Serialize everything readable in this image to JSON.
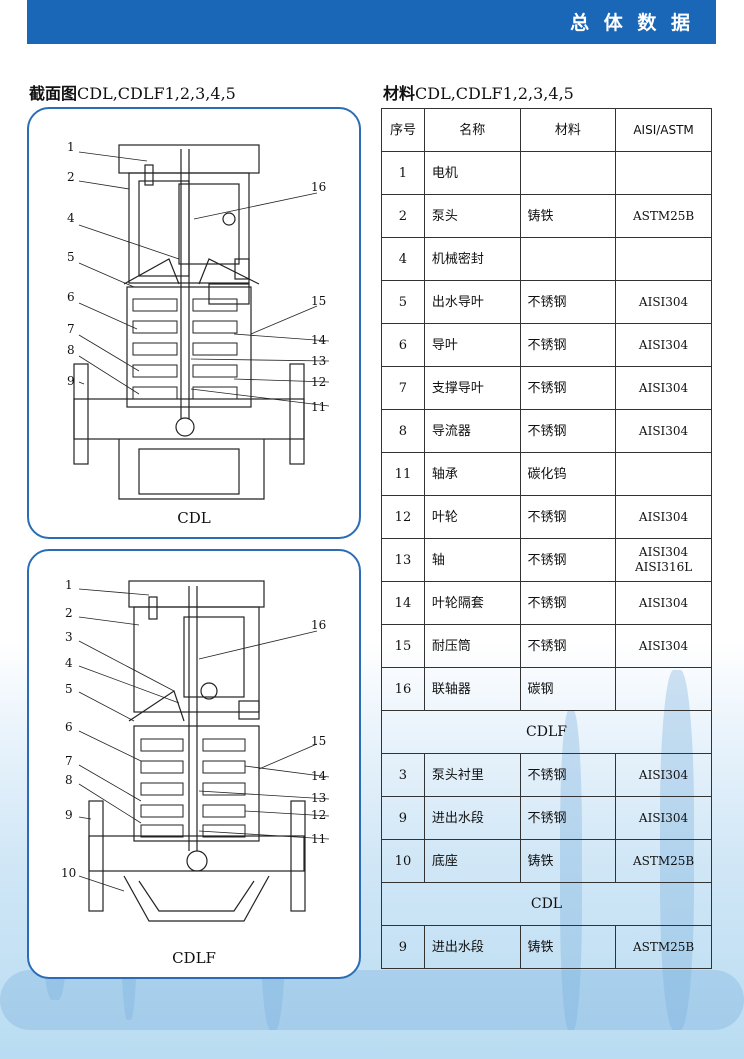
{
  "header": {
    "title": "总 体 数 据"
  },
  "left_title": {
    "bold": "截面图",
    "rest": "CDL,CDLF1,2,3,4,5"
  },
  "right_title": {
    "bold": "材料",
    "rest": "CDL,CDLF1,2,3,4,5"
  },
  "diagram_cdl": {
    "caption": "CDL",
    "labels": {
      "l1": "1",
      "l2": "2",
      "l4": "4",
      "l5": "5",
      "l6": "6",
      "l7": "7",
      "l8": "8",
      "l9": "9",
      "l11": "11",
      "l12": "12",
      "l13": "13",
      "l14": "14",
      "l15": "15",
      "l16": "16"
    }
  },
  "diagram_cdlf": {
    "caption": "CDLF",
    "labels": {
      "l1": "1",
      "l2": "2",
      "l3": "3",
      "l4": "4",
      "l5": "5",
      "l6": "6",
      "l7": "7",
      "l8": "8",
      "l9": "9",
      "l10": "10",
      "l11": "11",
      "l12": "12",
      "l13": "13",
      "l14": "14",
      "l15": "15",
      "l16": "16"
    }
  },
  "table": {
    "headers": [
      "序号",
      "名称",
      "材料",
      "AISI/ASTM"
    ],
    "rows": [
      {
        "no": "1",
        "name": "电机",
        "mat": "",
        "std": ""
      },
      {
        "no": "2",
        "name": "泵头",
        "mat": "铸铁",
        "std": "ASTM25B"
      },
      {
        "no": "4",
        "name": "机械密封",
        "mat": "",
        "std": ""
      },
      {
        "no": "5",
        "name": "出水导叶",
        "mat": "不锈钢",
        "std": "AISI304"
      },
      {
        "no": "6",
        "name": "导叶",
        "mat": "不锈钢",
        "std": "AISI304"
      },
      {
        "no": "7",
        "name": "支撑导叶",
        "mat": "不锈钢",
        "std": "AISI304"
      },
      {
        "no": "8",
        "name": "导流器",
        "mat": "不锈钢",
        "std": "AISI304"
      },
      {
        "no": "11",
        "name": "轴承",
        "mat": "碳化钨",
        "std": ""
      },
      {
        "no": "12",
        "name": "叶轮",
        "mat": "不锈钢",
        "std": "AISI304"
      },
      {
        "no": "13",
        "name": "轴",
        "mat": "不锈钢",
        "std": "AISI304",
        "std2": "AISI316L"
      },
      {
        "no": "14",
        "name": "叶轮隔套",
        "mat": "不锈钢",
        "std": "AISI304"
      },
      {
        "no": "15",
        "name": "耐压筒",
        "mat": "不锈钢",
        "std": "AISI304"
      },
      {
        "no": "16",
        "name": "联轴器",
        "mat": "碳钢",
        "std": ""
      }
    ],
    "group_cdlf": "CDLF",
    "cdlf_rows": [
      {
        "no": "3",
        "name": "泵头衬里",
        "mat": "不锈钢",
        "std": "AISI304"
      },
      {
        "no": "9",
        "name": "进出水段",
        "mat": "不锈钢",
        "std": "AISI304"
      },
      {
        "no": "10",
        "name": "底座",
        "mat": "铸铁",
        "std": "ASTM25B"
      }
    ],
    "group_cdl": "CDL",
    "cdl_rows": [
      {
        "no": "9",
        "name": "进出水段",
        "mat": "铸铁",
        "std": "ASTM25B"
      }
    ]
  }
}
